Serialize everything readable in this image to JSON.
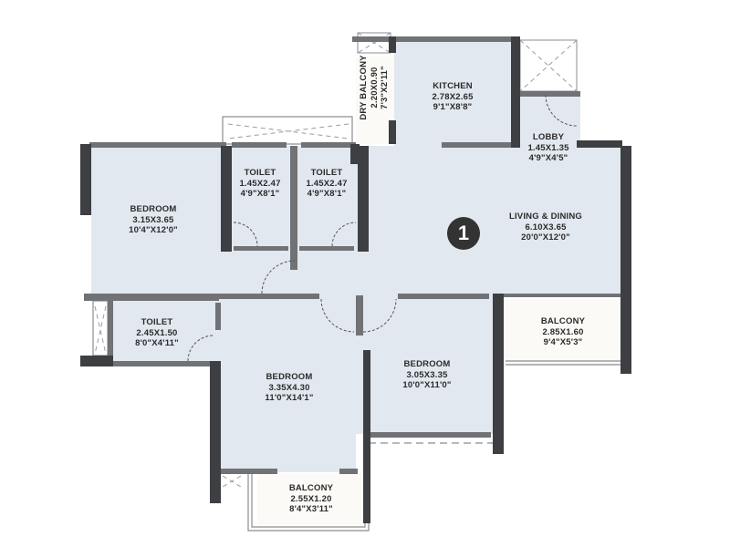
{
  "plan": {
    "unit_number": "1",
    "colors": {
      "room_fill": "#e1e8ef",
      "balcony_fill": "#fbfaf6",
      "wall_dark": "#3d3f43",
      "wall_mid": "#707276",
      "label_text": "#2b2b2b",
      "badge_fill": "#333333"
    },
    "rooms": {
      "kitchen": {
        "name": "KITCHEN",
        "metric": "2.78X2.65",
        "imperial": "9'1\"X8'8\""
      },
      "dry_balcony": {
        "name": "DRY BALCONY",
        "metric": "2.20X0.90",
        "imperial": "7'3\"X2'11\""
      },
      "lobby": {
        "name": "LOBBY",
        "metric": "1.45X1.35",
        "imperial": "4'9\"X4'5\""
      },
      "toilet_1": {
        "name": "TOILET",
        "metric": "1.45X2.47",
        "imperial": "4'9\"X8'1\""
      },
      "toilet_2": {
        "name": "TOILET",
        "metric": "1.45X2.47",
        "imperial": "4'9\"X8'1\""
      },
      "bedroom_1": {
        "name": "BEDROOM",
        "metric": "3.15X3.65",
        "imperial": "10'4\"X12'0\""
      },
      "living_dining": {
        "name": "LIVING & DINING",
        "metric": "6.10X3.65",
        "imperial": "20'0\"X12'0\""
      },
      "toilet_3": {
        "name": "TOILET",
        "metric": "2.45X1.50",
        "imperial": "8'0\"X4'11\""
      },
      "bedroom_2": {
        "name": "BEDROOM",
        "metric": "3.35X4.30",
        "imperial": "11'0\"X14'1\""
      },
      "bedroom_3": {
        "name": "BEDROOM",
        "metric": "3.05X3.35",
        "imperial": "10'0\"X11'0\""
      },
      "balcony_1": {
        "name": "BALCONY",
        "metric": "2.85X1.60",
        "imperial": "9'4\"X5'3\""
      },
      "balcony_2": {
        "name": "BALCONY",
        "metric": "2.55X1.20",
        "imperial": "8'4\"X3'11\""
      }
    }
  }
}
